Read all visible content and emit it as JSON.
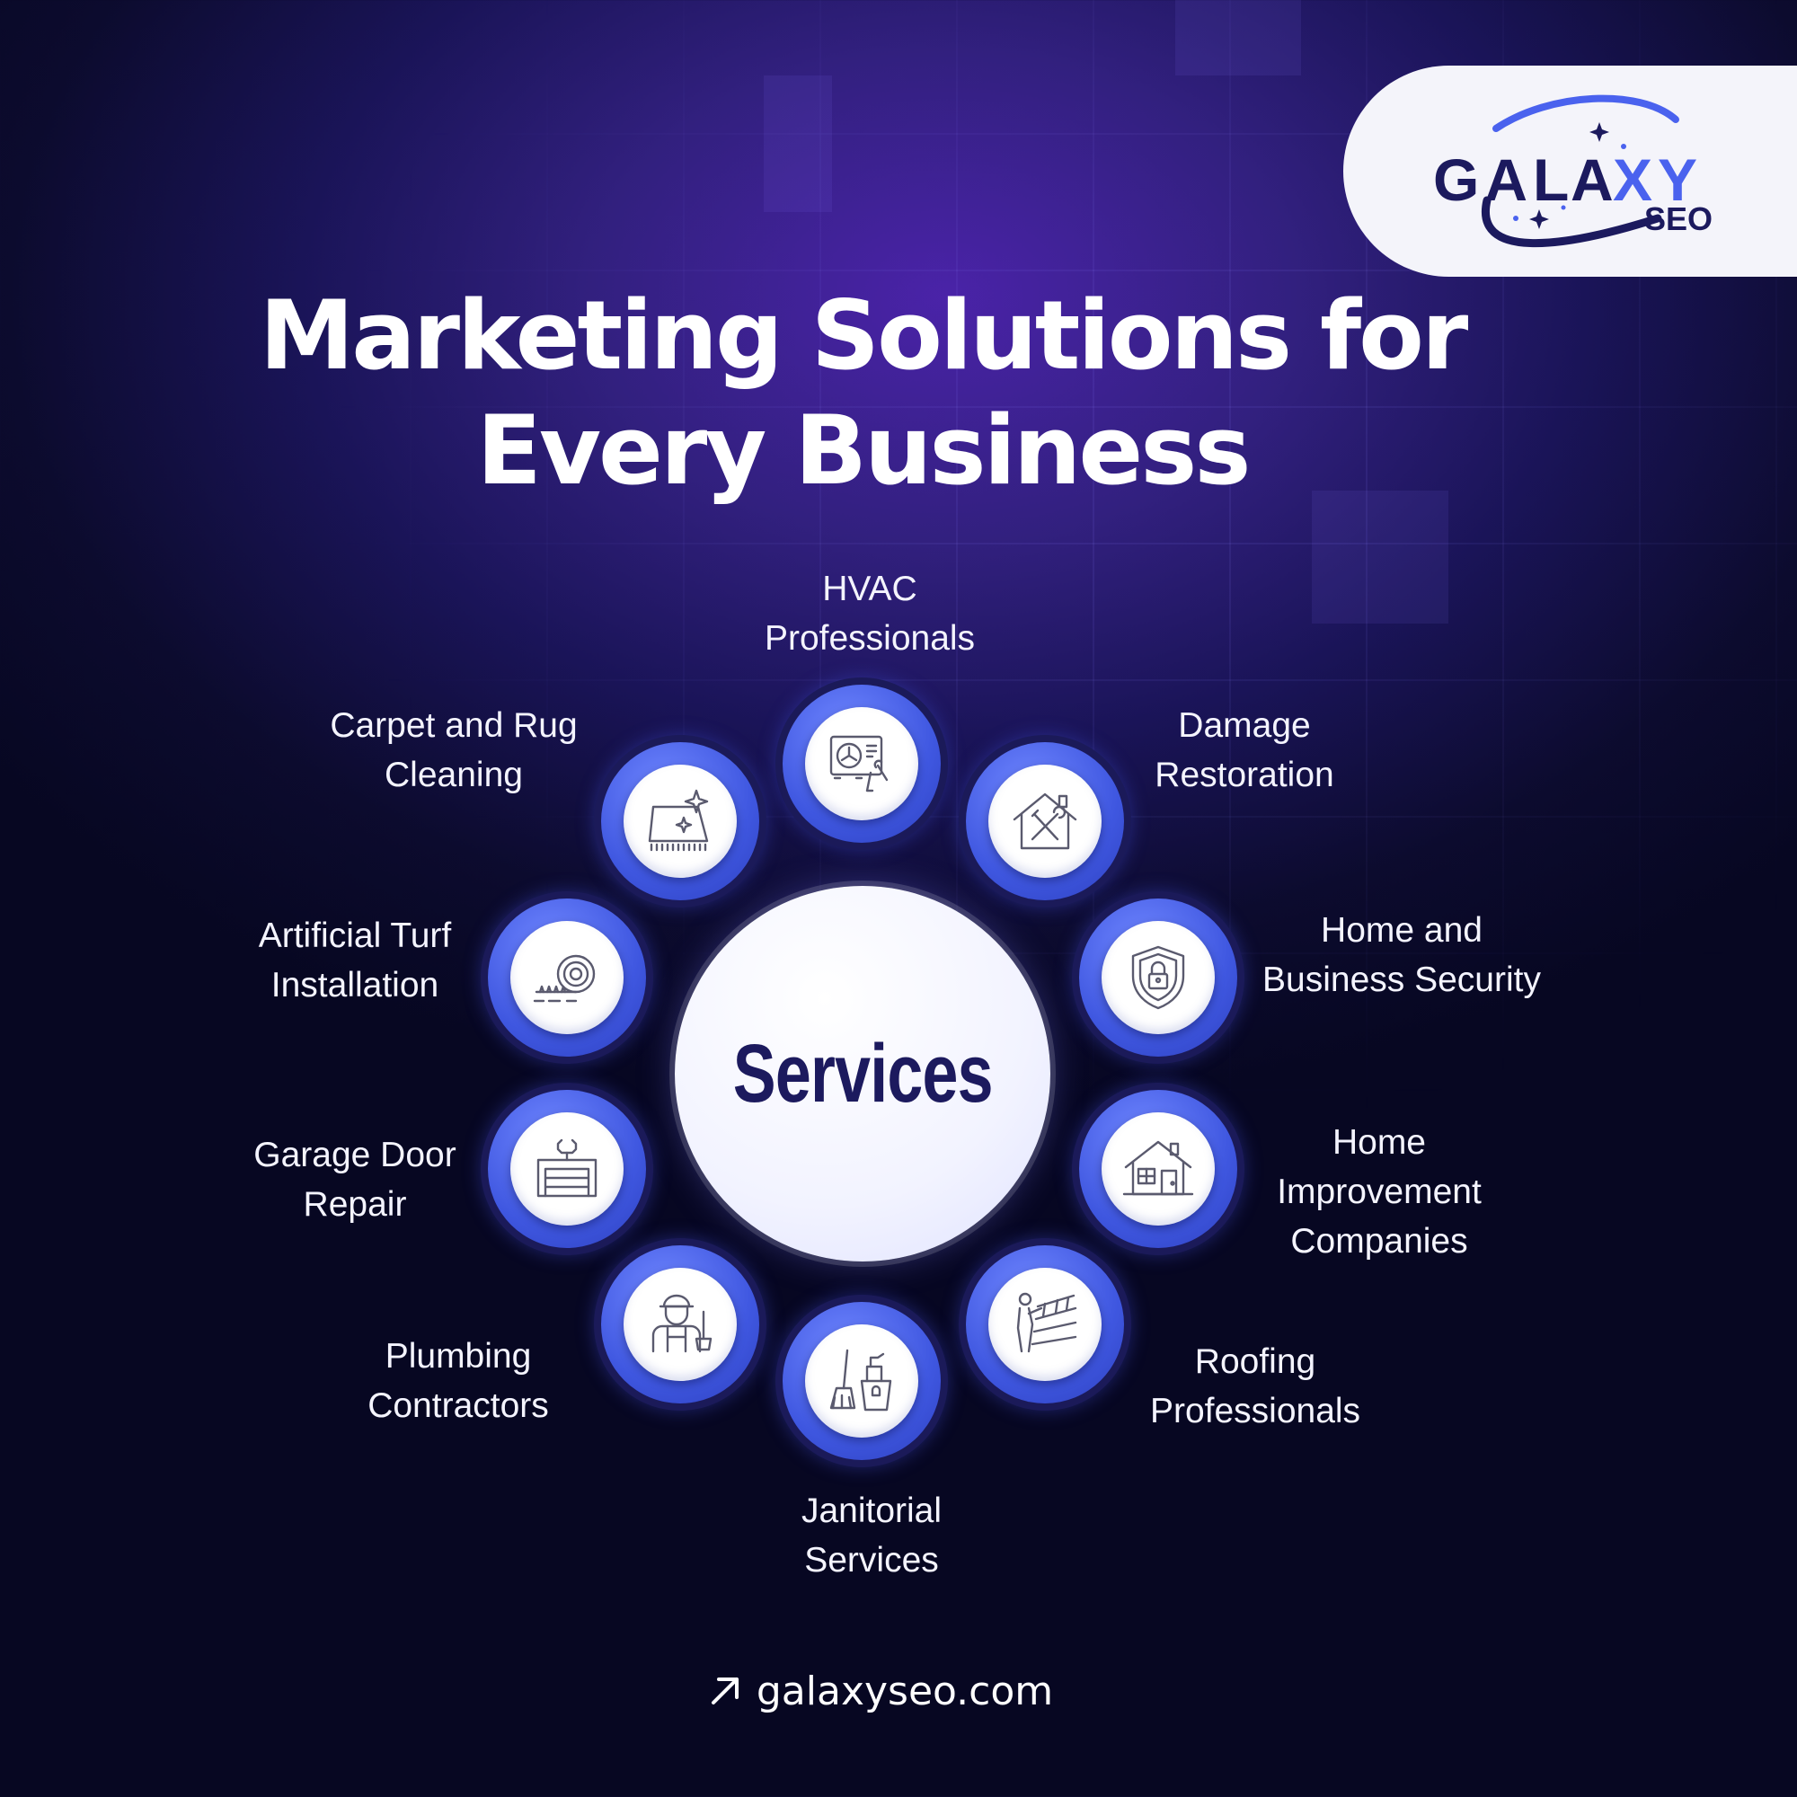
{
  "brand": {
    "logo_word": "GALAXY",
    "logo_sub": "SEO",
    "colors": {
      "navy": "#1c1a5e",
      "accent": "#3f57e0",
      "light": "#f4f4fa"
    }
  },
  "title": {
    "line1": "Marketing Solutions for",
    "line2": "Every Business"
  },
  "center": {
    "label": "Services"
  },
  "services": [
    {
      "line1": "HVAC",
      "line2": "Professionals",
      "line3": "",
      "icon": "hvac-icon"
    },
    {
      "line1": "Damage",
      "line2": "Restoration",
      "line3": "",
      "icon": "house-tools-icon"
    },
    {
      "line1": "Home and",
      "line2": "Business Security",
      "line3": "",
      "icon": "shield-lock-icon"
    },
    {
      "line1": "Home",
      "line2": "Improvement",
      "line3": "Companies",
      "icon": "house-icon"
    },
    {
      "line1": "Roofing",
      "line2": "Professionals",
      "line3": "",
      "icon": "roofer-icon"
    },
    {
      "line1": "Janitorial",
      "line2": "Services",
      "line3": "",
      "icon": "cleaning-supplies-icon"
    },
    {
      "line1": "Plumbing",
      "line2": "Contractors",
      "line3": "",
      "icon": "plumber-icon"
    },
    {
      "line1": "Garage Door",
      "line2": "Repair",
      "line3": "",
      "icon": "garage-door-icon"
    },
    {
      "line1": "Artificial Turf",
      "line2": "Installation",
      "line3": "",
      "icon": "turf-roll-icon"
    },
    {
      "line1": "Carpet and Rug",
      "line2": "Cleaning",
      "line3": "",
      "icon": "sparkling-carpet-icon"
    }
  ],
  "footer": {
    "url": "galaxyseo.com",
    "icon": "arrow-up-right-icon"
  }
}
